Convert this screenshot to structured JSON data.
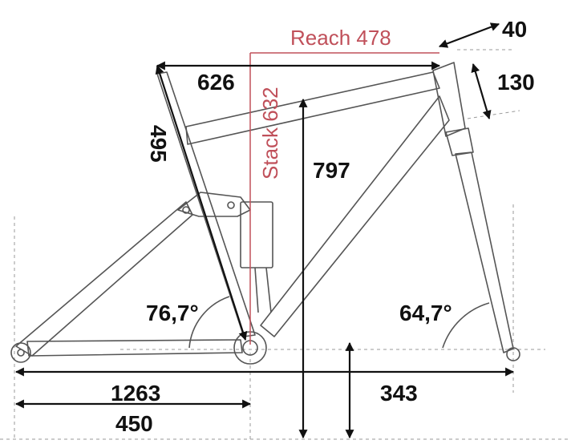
{
  "colors": {
    "frame": "#555555",
    "dimension": "#111111",
    "reach_stack": "#c0505a",
    "guide": "#9a9a9a",
    "background": "#ffffff"
  },
  "labels": {
    "reach": "Reach 478",
    "stack": "Stack 632",
    "head_tube_width": "40",
    "head_tube_length": "130",
    "top_tube": "626",
    "seat_tube": "495",
    "height": "797",
    "seat_angle": "76,7°",
    "head_angle": "64,7°",
    "wheelbase": "1263",
    "front_center": "343",
    "chainstay": "450"
  }
}
